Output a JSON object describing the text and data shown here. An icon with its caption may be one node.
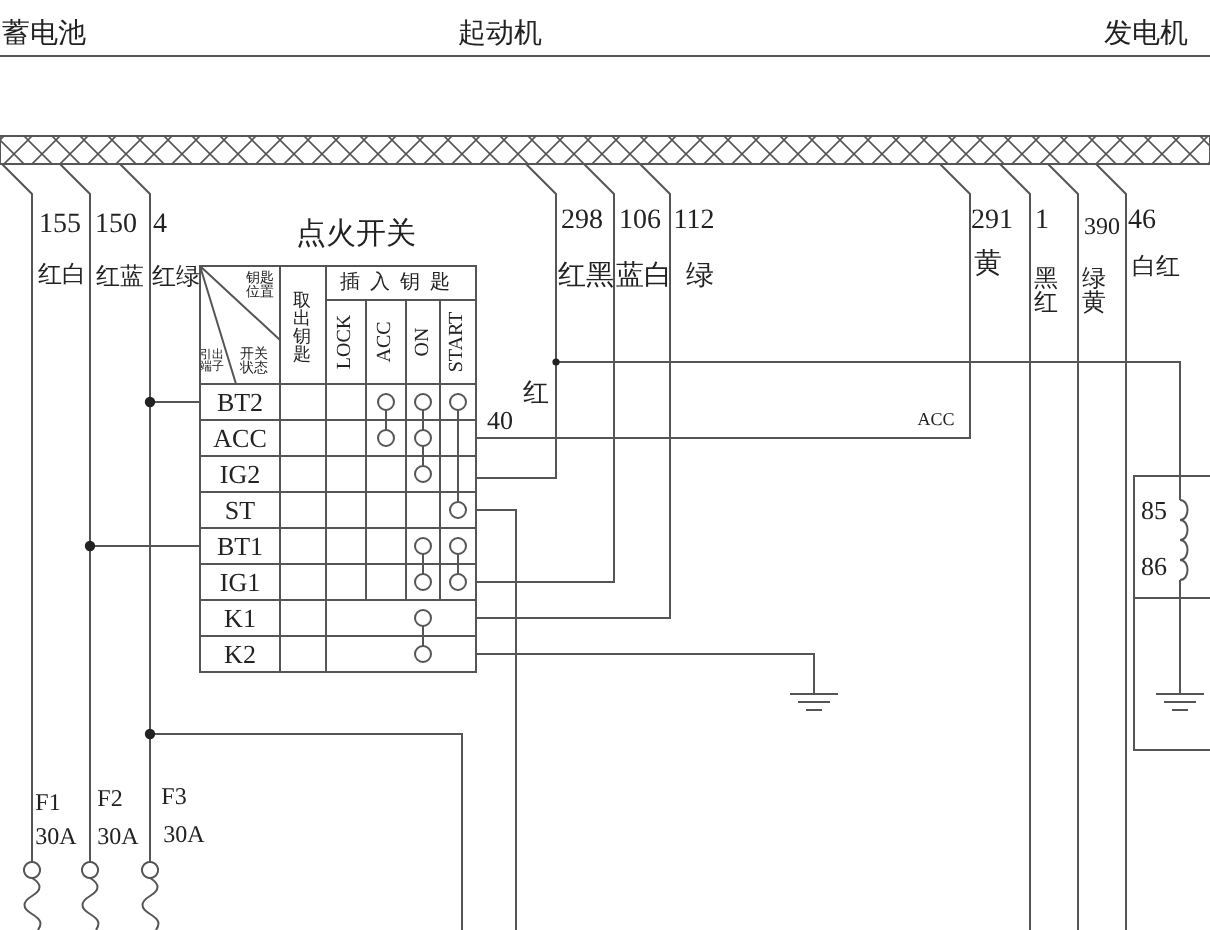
{
  "diagram": {
    "labels": [
      "蓄电池",
      "起动机",
      "发电机",
      "155",
      "150",
      "4",
      "点火开关",
      "298",
      "106",
      "112",
      "291",
      "1",
      "390",
      "46",
      "红白",
      "红蓝",
      "红绿",
      "红黑",
      "蓝白",
      "绿",
      "黄",
      "黑红",
      "绿黄",
      "白红",
      "钥匙位置",
      "取出钥匙",
      "插入钥匙",
      "引出端子",
      "开关状态",
      "LOCK",
      "ACC",
      "ON",
      "START",
      "BT2",
      "ACC",
      "IG2",
      "ST",
      "BT1",
      "IG1",
      "K1",
      "K2",
      "40",
      "红",
      "ACC",
      "85",
      "86",
      "F1",
      "30A",
      "F2",
      "30A",
      "F3",
      "30A"
    ]
  }
}
